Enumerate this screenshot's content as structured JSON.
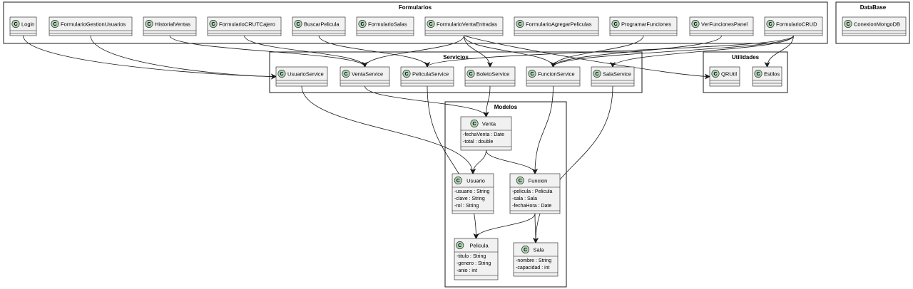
{
  "packages": {
    "formularios": "Formularios",
    "database": "DataBase",
    "servicios": "Servicios",
    "utilidades": "Utilidades",
    "modelos": "Modelos"
  },
  "classes": {
    "login": {
      "name": "Login",
      "attrs": []
    },
    "formulario_gestion_usuarios": {
      "name": "FormularioGestionUsuarios",
      "attrs": []
    },
    "historial_ventas": {
      "name": "HistorialVentas",
      "attrs": []
    },
    "formulario_crut_cajero": {
      "name": "FormularioCRUTCajero",
      "attrs": []
    },
    "buscar_pelicula": {
      "name": "BuscarPelicula",
      "attrs": []
    },
    "formulario_salas": {
      "name": "FormularioSalas",
      "attrs": []
    },
    "formulario_venta_entradas": {
      "name": "FormularioVentaEntradas",
      "attrs": []
    },
    "formulario_agregar_peliculas": {
      "name": "FormularioAgregarPeliculas",
      "attrs": []
    },
    "programar_funciones": {
      "name": "ProgramarFunciones",
      "attrs": []
    },
    "ver_funciones_panel": {
      "name": "VerFuncionesPanel",
      "attrs": []
    },
    "formulario_crud": {
      "name": "FormularioCRUD",
      "attrs": []
    },
    "conexion_mongodb": {
      "name": "ConexionMongoDB",
      "attrs": []
    },
    "usuario_service": {
      "name": "UsuarioService",
      "attrs": []
    },
    "venta_service": {
      "name": "VentaService",
      "attrs": []
    },
    "pelicula_service": {
      "name": "PeliculaService",
      "attrs": []
    },
    "boleto_service": {
      "name": "BoletoService",
      "attrs": []
    },
    "funcion_service": {
      "name": "FuncionService",
      "attrs": []
    },
    "sala_service": {
      "name": "SalaService",
      "attrs": []
    },
    "qrutil": {
      "name": "QRUtil",
      "attrs": []
    },
    "estilos": {
      "name": "Estilos",
      "attrs": []
    },
    "venta": {
      "name": "Venta",
      "attrs": [
        "-fechaVenta : Date",
        "-total : double"
      ]
    },
    "usuario": {
      "name": "Usuario",
      "attrs": [
        "-usuario : String",
        "-clave : String",
        "-rol : String"
      ]
    },
    "funcion": {
      "name": "Funcion",
      "attrs": [
        "-pelicula : Pelicula",
        "-sala : Sala",
        "-fechaHora : Date"
      ]
    },
    "pelicula": {
      "name": "Pelicula",
      "attrs": [
        "-titulo : String",
        "-genero : String",
        "-anio : int"
      ]
    },
    "sala": {
      "name": "Sala",
      "attrs": [
        "-nombre : String",
        "-capacidad : int"
      ]
    }
  },
  "badge_letter": "C",
  "colors": {
    "class_fill": "#f1f1f1",
    "badge_fill": "#add1b2",
    "stroke": "#181818"
  },
  "relations": [
    [
      "login",
      "usuario_service"
    ],
    [
      "formulario_gestion_usuarios",
      "usuario_service"
    ],
    [
      "historial_ventas",
      "venta_service"
    ],
    [
      "formulario_crut_cajero",
      "venta_service"
    ],
    [
      "buscar_pelicula",
      "pelicula_service"
    ],
    [
      "formulario_venta_entradas",
      "venta_service"
    ],
    [
      "formulario_venta_entradas",
      "boleto_service"
    ],
    [
      "formulario_venta_entradas",
      "funcion_service"
    ],
    [
      "formulario_venta_entradas",
      "qrutil"
    ],
    [
      "programar_funciones",
      "funcion_service"
    ],
    [
      "ver_funciones_panel",
      "funcion_service"
    ],
    [
      "formulario_crud",
      "pelicula_service"
    ],
    [
      "formulario_crud",
      "funcion_service"
    ],
    [
      "formulario_crud",
      "sala_service"
    ],
    [
      "formulario_crud",
      "estilos"
    ],
    [
      "usuario_service",
      "usuario"
    ],
    [
      "venta_service",
      "venta"
    ],
    [
      "pelicula_service",
      "pelicula"
    ],
    [
      "boleto_service",
      "venta"
    ],
    [
      "funcion_service",
      "funcion"
    ],
    [
      "sala_service",
      "sala"
    ],
    [
      "venta",
      "usuario"
    ],
    [
      "venta",
      "funcion"
    ],
    [
      "funcion",
      "pelicula"
    ],
    [
      "funcion",
      "sala"
    ]
  ]
}
